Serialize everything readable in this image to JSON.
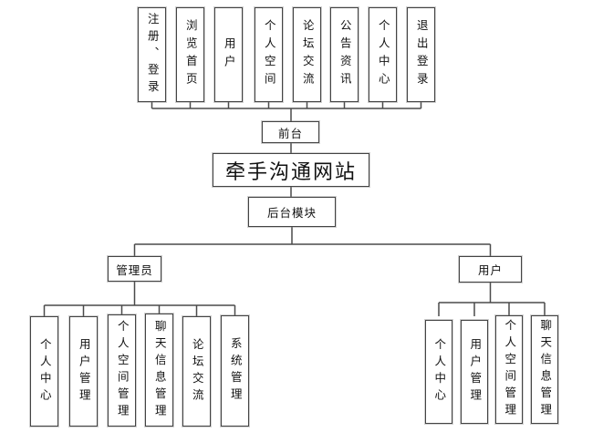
{
  "diagram": {
    "root_label": "牵手沟通网站",
    "frontend": {
      "label": "前台",
      "modules": [
        "注册、登录",
        "浏览首页",
        "用户",
        "个人空间",
        "论坛交流",
        "公告资讯",
        "个人中心",
        "退出登录"
      ]
    },
    "backend": {
      "label": "后台模块",
      "admin": {
        "label": "管理员",
        "modules": [
          "个人中心",
          "用户管理",
          "个人空间管理",
          "聊天信息管理",
          "论坛交流",
          "系统管理"
        ]
      },
      "user": {
        "label": "用户",
        "modules": [
          "个人中心",
          "用户管理",
          "个人空间管理",
          "聊天信息管理"
        ]
      }
    },
    "colors": {
      "line": "#4a4a4a",
      "border": "#434343",
      "background": "#ffffff",
      "text": "#111111"
    }
  }
}
